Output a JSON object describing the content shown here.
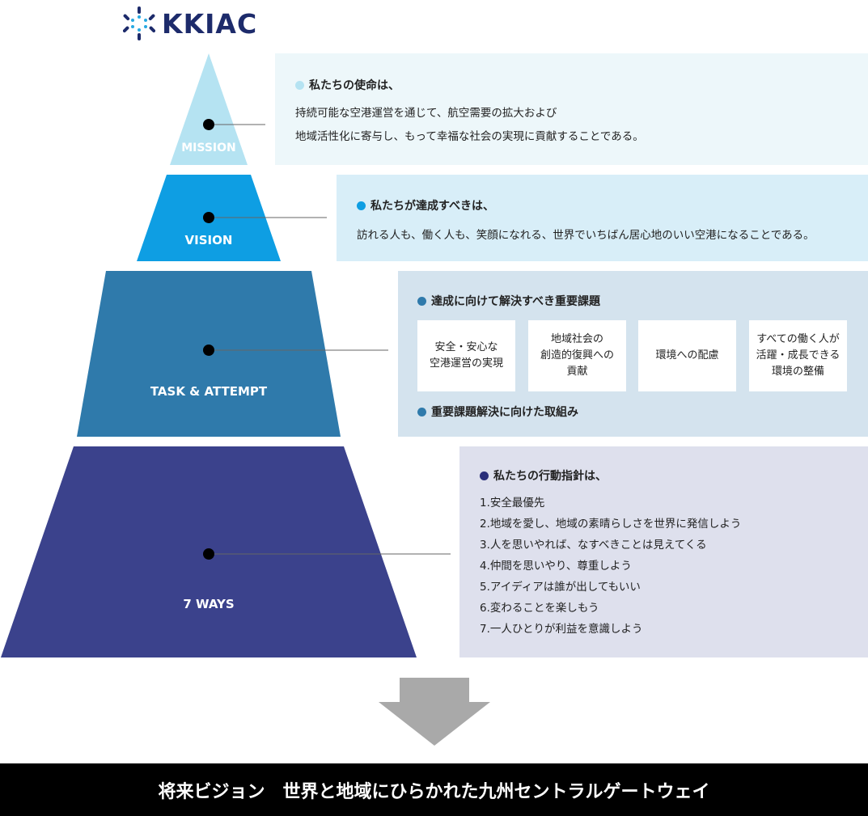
{
  "brand": {
    "name": "KKIAC"
  },
  "tiers": {
    "mission": {
      "label": "MISSION",
      "color": "#b5e3f2"
    },
    "vision": {
      "label": "VISION",
      "color": "#0e9ee3"
    },
    "task": {
      "label": "TASK & ATTEMPT",
      "color": "#2f7aab"
    },
    "ways": {
      "label": "7 WAYS",
      "color": "#3b428c"
    }
  },
  "mission": {
    "title": "私たちの使命は、",
    "lines": [
      "持続可能な空港運営を通じて、航空需要の拡大および",
      "地域活性化に寄与し、もって幸福な社会の実現に貢献することである。"
    ]
  },
  "vision": {
    "title": "私たちが達成すべきは、",
    "text": "訪れる人も、働く人も、笑顔になれる、世界でいちばん居心地のいい空港になることである。"
  },
  "task": {
    "title": "達成に向けて解決すべき重要課題",
    "items": [
      "安全・安心な\n空港運営の実現",
      "地域社会の\n創造的復興への\n貢献",
      "環境への配慮",
      "すべての働く人が\n活躍・成長できる\n環境の整備"
    ],
    "subtitle": "重要課題解決に向けた取組み"
  },
  "ways": {
    "title": "私たちの行動指針は、",
    "items": [
      "1.安全最優先",
      "2.地域を愛し、地域の素晴らしさを世界に発信しよう",
      "3.人を思いやれば、なすべきことは見えてくる",
      "4.仲間を思いやり、尊重しよう",
      "5.アイディアは誰が出してもいい",
      "6.変わることを楽しもう",
      "7.一人ひとりが利益を意識しよう"
    ]
  },
  "footer": {
    "text": "将来ビジョン　世界と地域にひらかれた九州セントラルゲートウェイ"
  }
}
